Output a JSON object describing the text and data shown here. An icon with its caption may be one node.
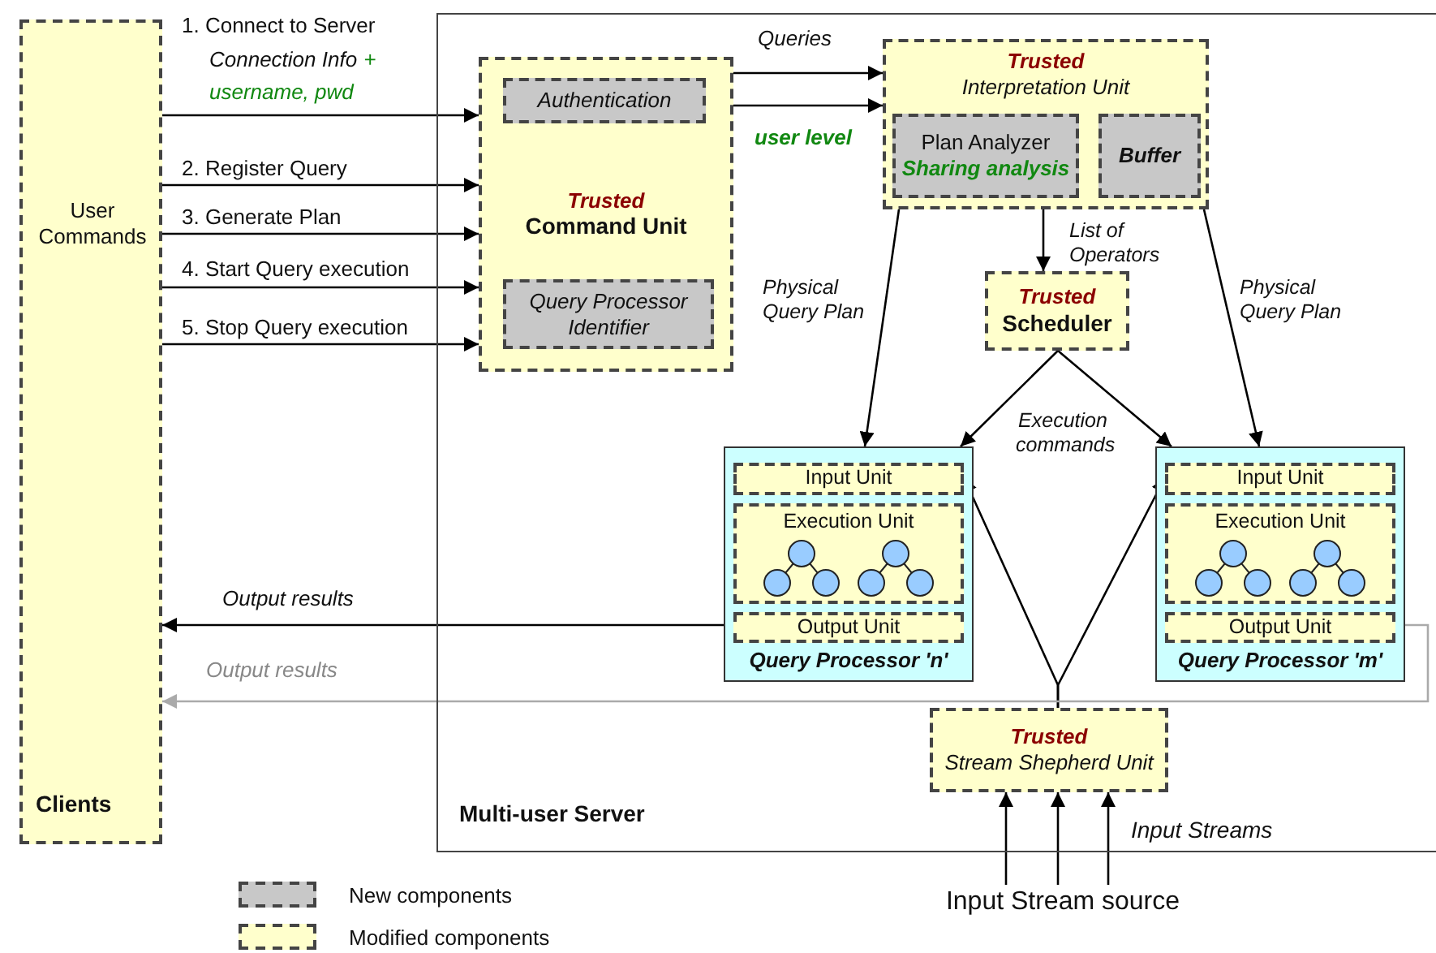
{
  "diagram": {
    "nodes": [
      {
        "text": [
          "User Commands",
          "Clients"
        ]
      },
      {
        "text": [
          "Multi-user Server"
        ]
      },
      {
        "text": [
          "Trusted",
          "Command Unit"
        ],
        "in": 1
      },
      {
        "text": [
          "Authentication"
        ],
        "in": 2
      },
      {
        "text": [
          "Query Processor Identifier"
        ],
        "in": 2
      },
      {
        "text": [
          "Trusted",
          "Interpretation Unit"
        ],
        "in": 1
      },
      {
        "text": [
          "Plan Analyzer",
          "Sharing analysis"
        ],
        "in": 5
      },
      {
        "text": [
          "Buffer"
        ],
        "in": 5
      },
      {
        "text": [
          "Trusted",
          "Scheduler"
        ],
        "in": 1
      },
      {
        "text": [
          "Query Processor 'n'"
        ],
        "in": 1
      },
      {
        "text": [
          "Input Unit"
        ],
        "in": 9
      },
      {
        "text": [
          "Execution Unit"
        ],
        "in": 9
      },
      {
        "text": [
          "Output Unit"
        ],
        "in": 9
      },
      {
        "text": [
          "Query Processor 'm'"
        ],
        "in": 1
      },
      {
        "text": [
          "Input Unit"
        ],
        "in": 13
      },
      {
        "text": [
          "Execution Unit"
        ],
        "in": 13
      },
      {
        "text": [
          "Output Unit"
        ],
        "in": 13
      },
      {
        "text": [
          "Trusted",
          "Stream Shepherd Unit"
        ],
        "in": 1
      },
      {
        "text": [
          "Input Stream source"
        ]
      }
    ],
    "edges": [
      {
        "from": 0,
        "to": 2,
        "arrow": "to",
        "label": "1. Connect to Server"
      },
      {
        "from": 0,
        "to": 2,
        "arrow": "to",
        "label": "2. Register Query"
      },
      {
        "from": 0,
        "to": 2,
        "arrow": "to",
        "label": "3. Generate Plan"
      },
      {
        "from": 0,
        "to": 2,
        "arrow": "to",
        "label": "4. Start Query execution"
      },
      {
        "from": 0,
        "to": 2,
        "arrow": "to",
        "label": "5. Stop Query execution"
      },
      {
        "from": 2,
        "to": 5,
        "arrow": "to",
        "label": "Queries"
      },
      {
        "from": 2,
        "to": 5,
        "arrow": "to",
        "label": "user level"
      },
      {
        "from": 5,
        "to": 9,
        "arrow": "to",
        "label": "Physical Query Plan"
      },
      {
        "from": 5,
        "to": 8,
        "arrow": "to",
        "label": "List of Operators"
      },
      {
        "from": 5,
        "to": 13,
        "arrow": "to",
        "label": "Physical Query Plan"
      },
      {
        "from": 8,
        "to": 9,
        "arrow": "to",
        "label": "Execution commands"
      },
      {
        "from": 8,
        "to": 13,
        "arrow": "to"
      },
      {
        "from": 17,
        "to": 10,
        "arrow": "to"
      },
      {
        "from": 17,
        "to": 14,
        "arrow": "to"
      },
      {
        "from": 12,
        "to": 0,
        "arrow": "to",
        "label": "Output results"
      },
      {
        "from": 16,
        "to": 0,
        "arrow": "to",
        "label": "Output results",
        "color": "#aaaaaa"
      },
      {
        "from": 18,
        "to": 17,
        "arrow": "to"
      },
      {
        "from": 18,
        "to": 17,
        "arrow": "to"
      },
      {
        "from": 18,
        "to": 17,
        "arrow": "to"
      }
    ],
    "labels": [
      "Connection Info",
      "+ username, pwd",
      "Input Streams"
    ],
    "legend": [
      {
        "text": "New components",
        "color": "#c8c8c8"
      },
      {
        "text": "Modified components",
        "color": "#ffffcc"
      }
    ]
  }
}
